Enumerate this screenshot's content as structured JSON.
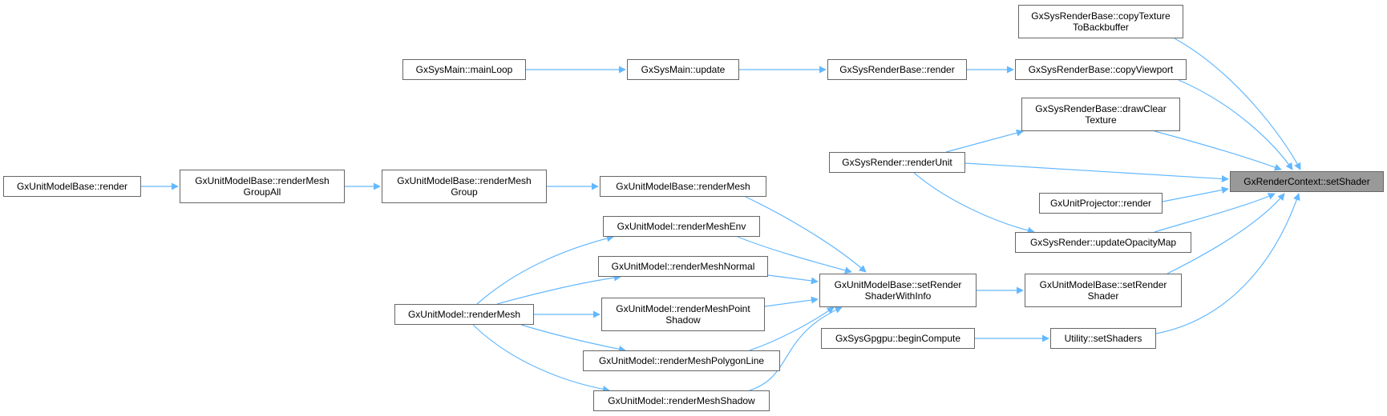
{
  "diagram": {
    "colors": {
      "edge": "#63b8ff",
      "node_border": "#666666",
      "focus_fill": "#999999"
    },
    "nodes": [
      {
        "id": "n_mainloop",
        "label": "GxSysMain::mainLoop"
      },
      {
        "id": "n_update",
        "label": "GxSysMain::update"
      },
      {
        "id": "n_rbrender",
        "label": "GxSysRenderBase::render"
      },
      {
        "id": "n_copytex",
        "label": "GxSysRenderBase::copyTexture\nToBackbuffer"
      },
      {
        "id": "n_copyvp",
        "label": "GxSysRenderBase::copyViewport"
      },
      {
        "id": "n_drawclear",
        "label": "GxSysRenderBase::drawClear\nTexture"
      },
      {
        "id": "n_renderunit",
        "label": "GxSysRender::renderUnit"
      },
      {
        "id": "n_projector",
        "label": "GxUnitProjector::render"
      },
      {
        "id": "n_opacity",
        "label": "GxSysRender::updateOpacityMap"
      },
      {
        "id": "n_setshader",
        "label": "GxUnitModelBase::setRender\nShader"
      },
      {
        "id": "n_setshaders",
        "label": "Utility::setShaders"
      },
      {
        "id": "n_target",
        "label": "GxRenderContext::setShader"
      },
      {
        "id": "n_mbrender",
        "label": "GxUnitModelBase::render"
      },
      {
        "id": "n_groupall",
        "label": "GxUnitModelBase::renderMesh\nGroupAll"
      },
      {
        "id": "n_group",
        "label": "GxUnitModelBase::renderMesh\nGroup"
      },
      {
        "id": "n_mbmesh",
        "label": "GxUnitModelBase::renderMesh"
      },
      {
        "id": "n_meshenv",
        "label": "GxUnitModel::renderMeshEnv"
      },
      {
        "id": "n_meshnormal",
        "label": "GxUnitModel::renderMeshNormal"
      },
      {
        "id": "n_rendermesh",
        "label": "GxUnitModel::renderMesh"
      },
      {
        "id": "n_meshpoint",
        "label": "GxUnitModel::renderMeshPoint\nShadow"
      },
      {
        "id": "n_meshpoly",
        "label": "GxUnitModel::renderMeshPolygonLine"
      },
      {
        "id": "n_meshshadow",
        "label": "GxUnitModel::renderMeshShadow"
      },
      {
        "id": "n_withinfo",
        "label": "GxUnitModelBase::setRender\nShaderWithInfo"
      },
      {
        "id": "n_gpgpu",
        "label": "GxSysGpgpu::beginCompute"
      }
    ]
  }
}
